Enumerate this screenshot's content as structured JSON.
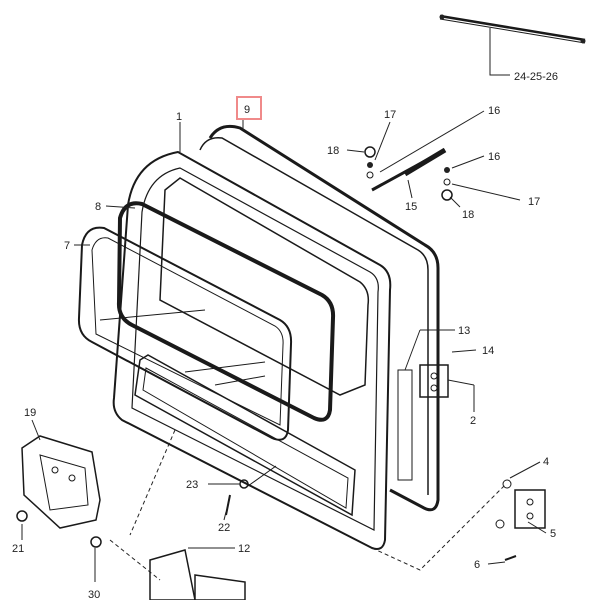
{
  "diagram": {
    "highlight_color": "#f08a8a",
    "labels": {
      "l1": "1",
      "l2": "2",
      "l4": "4",
      "l5": "5",
      "l6": "6",
      "l7": "7",
      "l8": "8",
      "l9": "9",
      "l12": "12",
      "l13": "13",
      "l14": "14",
      "l15": "15",
      "l16a": "16",
      "l16b": "16",
      "l17a": "17",
      "l17b": "17",
      "l18a": "18",
      "l18b": "18",
      "l19": "19",
      "l21": "21",
      "l22": "22",
      "l23": "23",
      "l24": "24-25-26",
      "l30": "30"
    }
  }
}
